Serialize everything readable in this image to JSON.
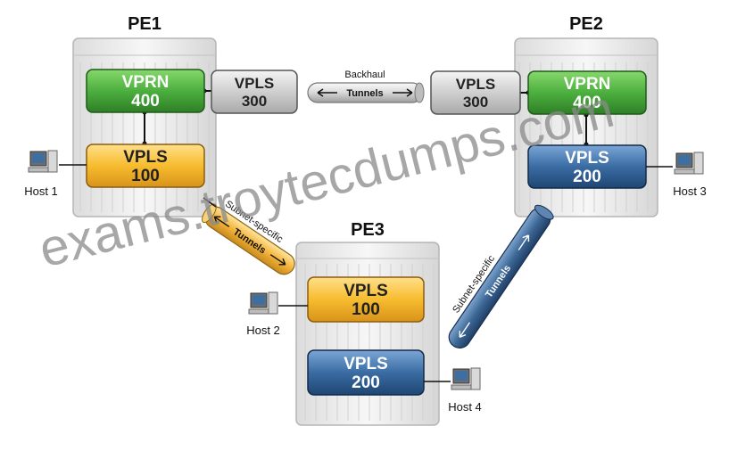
{
  "routers": {
    "pe1": {
      "title": "PE1"
    },
    "pe2": {
      "title": "PE2"
    },
    "pe3": {
      "title": "PE3"
    }
  },
  "services": {
    "pe1_vprn": {
      "line1": "VPRN",
      "line2": "400"
    },
    "pe1_vpls100": {
      "line1": "VPLS",
      "line2": "100"
    },
    "pe1_vpls300": {
      "line1": "VPLS",
      "line2": "300"
    },
    "pe2_vpls300": {
      "line1": "VPLS",
      "line2": "300"
    },
    "pe2_vprn": {
      "line1": "VPRN",
      "line2": "400"
    },
    "pe2_vpls200": {
      "line1": "VPLS",
      "line2": "200"
    },
    "pe3_vpls100": {
      "line1": "VPLS",
      "line2": "100"
    },
    "pe3_vpls200": {
      "line1": "VPLS",
      "line2": "200"
    }
  },
  "tunnels": {
    "backhaul": {
      "caption": "Backhaul",
      "label": "Tunnels"
    },
    "left": {
      "caption": "Subnet-specific",
      "label": "Tunnels"
    },
    "right": {
      "caption": "Subnet-specific",
      "label": "Tunnels"
    }
  },
  "hosts": {
    "host1": "Host 1",
    "host2": "Host 2",
    "host3": "Host 3",
    "host4": "Host 4"
  },
  "watermark": "exams.troytecdumps.com",
  "colors": {
    "vprn_green": "#4caf3f",
    "vpls_yellow": "#f5b82e",
    "vpls_blue": "#2f5f95",
    "vpls_gray": "#c9c9c9",
    "router_body": "#ececec"
  }
}
